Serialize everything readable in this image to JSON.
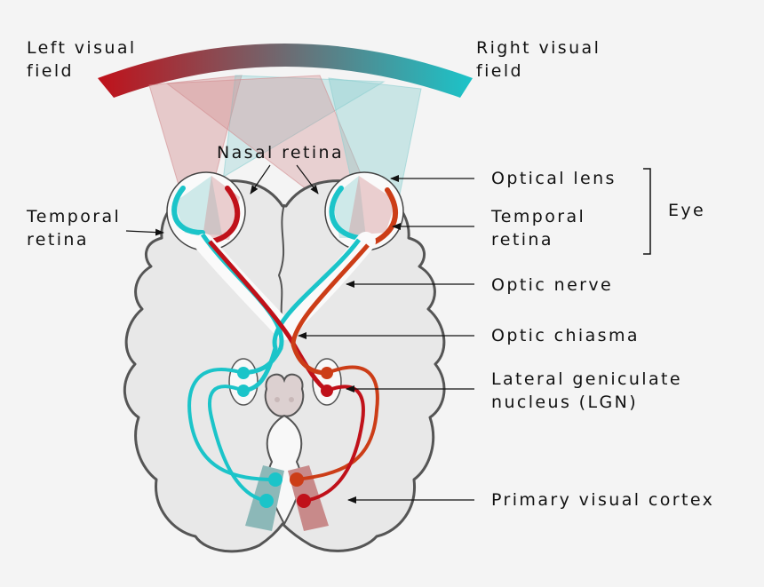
{
  "labels": {
    "left_visual_field": "Left visual\nfield",
    "right_visual_field": "Right visual\nfield",
    "nasal_retina": "Nasal retina",
    "optical_lens": "Optical lens",
    "eye": "Eye",
    "temporal_retina_left": "Temporal\nretina",
    "temporal_retina_right": "Temporal\nretina",
    "optic_nerve": "Optic nerve",
    "optic_chiasma": "Optic chiasma",
    "lgn": "Lateral geniculate\nnucleus (LGN)",
    "primary_visual_cortex": "Primary visual cortex"
  },
  "colors": {
    "left_field": "#c0111a",
    "right_field": "#1bc4c9",
    "right_pathway": "#cc3d17",
    "brain_fill": "#e8e8e8",
    "outline": "#555555",
    "background": "#f4f4f4"
  }
}
